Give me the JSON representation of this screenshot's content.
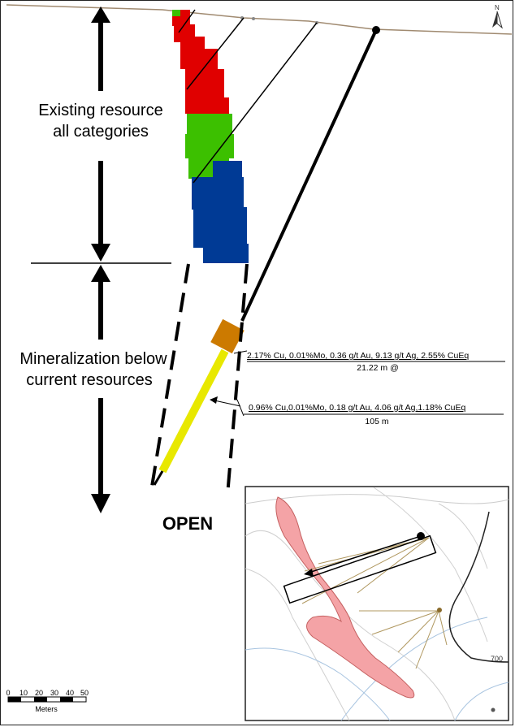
{
  "labels": {
    "existing_line1": "Existing resource",
    "existing_line2": "all categories",
    "below_line1": "Mineralization below",
    "below_line2": "current resources",
    "open": "OPEN"
  },
  "intercepts": {
    "first_grade": "2.17% Cu, 0.01%Mo, 0.36 g/t Au, 9.13 g/t Ag, 2.55% CuEq",
    "first_length": "21.22 m @",
    "second_grade": "0.96% Cu,0.01%Mo, 0.18 g/t Au, 4.06 g/t Ag,1.18% CuEq",
    "second_length": "105 m"
  },
  "scale_bar": {
    "ticks": [
      "0",
      "10",
      "20",
      "30",
      "40",
      "50"
    ],
    "unit": "Meters"
  },
  "north_arrow": {
    "label": "N"
  },
  "inset_map": {
    "contour_label": "700"
  },
  "colors": {
    "resource_red": "#e00000",
    "resource_green": "#3cc000",
    "resource_blue": "#003a95",
    "mineralized_yellow": "#e8e800",
    "high_grade_orange": "#cc7a00",
    "inset_body_pink": "#f4a3a6",
    "inset_contour_blue": "#a8c4e0"
  }
}
